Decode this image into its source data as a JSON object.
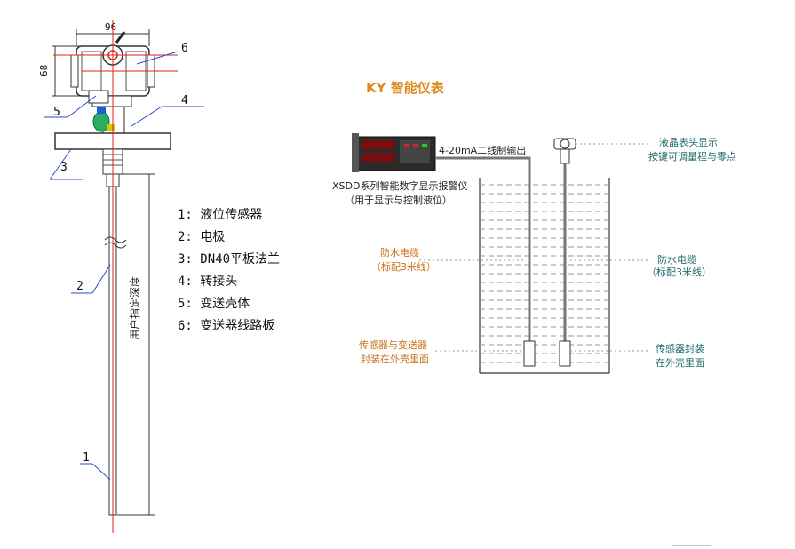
{
  "brand_title": "KY 智能仪表",
  "colors": {
    "accent_orange": "#e08a1e",
    "label_orange": "#c8731c",
    "label_teal": "#1f6b6b",
    "red_axis": "#e0201c",
    "blue_line": "#2a4cc0"
  },
  "drawing": {
    "dim_width": "96",
    "dim_height": "68",
    "callouts": [
      "1",
      "2",
      "3",
      "4",
      "5",
      "6"
    ],
    "depth_label": "用户指定深度"
  },
  "legend": [
    "1: 液位传感器",
    "2: 电极",
    "3: DN40平板法兰",
    "4: 转接头",
    "5: 变送壳体",
    "6: 变送器线路板"
  ],
  "schematic": {
    "output_label": "4-20mA二线制输出",
    "display_label": "液晶表头显示",
    "display_sub": "按键可调量程与零点",
    "controller_name": "XSDD系列智能数字显示报警仪",
    "controller_sub": "（用于显示与控制液位）",
    "cable_left": "防水电缆",
    "cable_left_sub": "（标配3米线）",
    "cable_right": "防水电缆",
    "cable_right_sub": "（标配3米线）",
    "sensor_left": "传感器与变送器",
    "sensor_left_sub": "封装在外壳里面",
    "sensor_right": "传感器封装",
    "sensor_right_sub": "在外壳里面"
  }
}
